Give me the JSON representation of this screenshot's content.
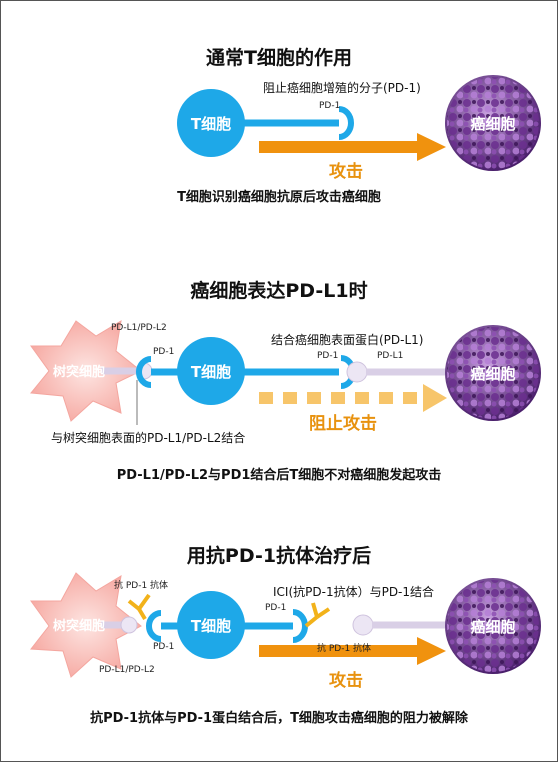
{
  "sections": [
    {
      "title": "通常T细胞的作用",
      "molecule_label": "阻止癌细胞增殖的分子(PD-1)",
      "pd1_label": "PD-1",
      "t_cell": "T细胞",
      "cancer_cell": "癌细胞",
      "action": "攻击",
      "caption": "T细胞识别癌细胞抗原后攻击癌细胞"
    },
    {
      "title": "癌细胞表达PD-L1时",
      "dendritic_cell": "树突细胞",
      "pdl_label": "PD-L1/PD-L2",
      "pd1_label_left": "PD-1",
      "t_cell": "T细胞",
      "binding_label": "结合癌细胞表面蛋白(PD-L1)",
      "pd1_label_right": "PD-1",
      "pdl1_label": "PD-L1",
      "cancer_cell": "癌细胞",
      "action": "阻止攻击",
      "bottom_label": "与树突细胞表面的PD-L1/PD-L2结合",
      "caption": "PD-L1/PD-L2与PD1结合后T细胞不对癌细胞发起攻击"
    },
    {
      "title": "用抗PD-1抗体治疗后",
      "dendritic_cell": "树突细胞",
      "antibody_label": "抗 PD-1 抗体",
      "pd1_label_left": "PD-1",
      "pdl_label": "PD-L1/PD-L2",
      "t_cell": "T细胞",
      "ici_label": "ICI(抗PD-1抗体）与PD-1结合",
      "pd1_label_right": "PD-1",
      "antibody_label_right": "抗 PD-1 抗体",
      "cancer_cell": "癌细胞",
      "action": "攻击",
      "caption": "抗PD-1抗体与PD-1蛋白结合后，T细胞攻击癌细胞的阻力被解除"
    }
  ],
  "colors": {
    "t_cell": "#1ea8e8",
    "arrow": "#f0920e",
    "arrow_light": "#f7c56a",
    "cancer_dark": "#5a2d7a",
    "cancer_light": "#b27fd0",
    "dendritic": "#f9c5c0",
    "antibody": "#f2b21a"
  }
}
